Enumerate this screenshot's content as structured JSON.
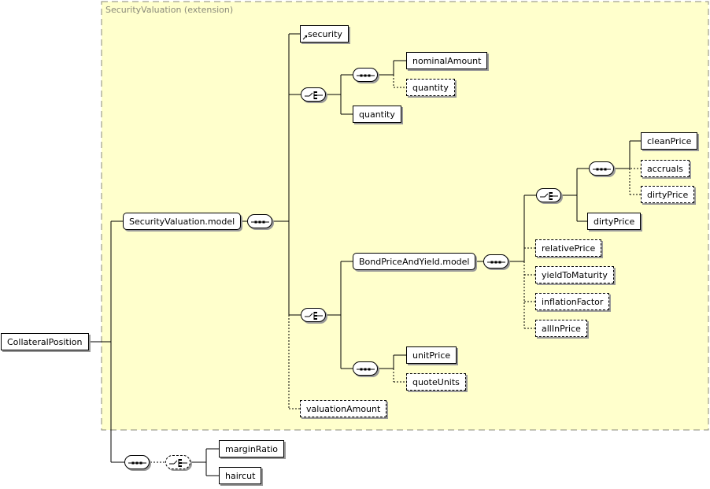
{
  "group": {
    "title": "SecurityValuation (extension)"
  },
  "elements": {
    "collateral_position": "CollateralPosition",
    "security_valuation_model": "SecurityValuation.model",
    "security": "security",
    "nominal_amount": "nominalAmount",
    "quantity_optional": "quantity",
    "quantity": "quantity",
    "bond_price_and_yield_model": "BondPriceAndYield.model",
    "clean_price": "cleanPrice",
    "accruals": "accruals",
    "dirty_price_optional": "dirtyPrice",
    "dirty_price": "dirtyPrice",
    "relative_price": "relativePrice",
    "yield_to_maturity": "yieldToMaturity",
    "inflation_factor": "inflationFactor",
    "all_in_price": "allInPrice",
    "unit_price": "unitPrice",
    "quote_units": "quoteUnits",
    "valuation_amount": "valuationAmount",
    "margin_ratio": "marginRatio",
    "haircut": "haircut"
  },
  "compositors": {
    "seq_model": "sequence",
    "choice_quantity": "choice",
    "seq_nominal": "sequence",
    "choice_price": "choice",
    "choice_clean_dirty": "choice",
    "seq_clean": "sequence",
    "seq_bond": "sequence",
    "seq_unit": "sequence",
    "seq_bottom": "sequence",
    "choice_bottom": "choice"
  },
  "colors": {
    "group_fill": "#ffffcc",
    "group_border": "#8a8a7a",
    "node_border": "#000000",
    "shadow": "#9a9a9a"
  }
}
